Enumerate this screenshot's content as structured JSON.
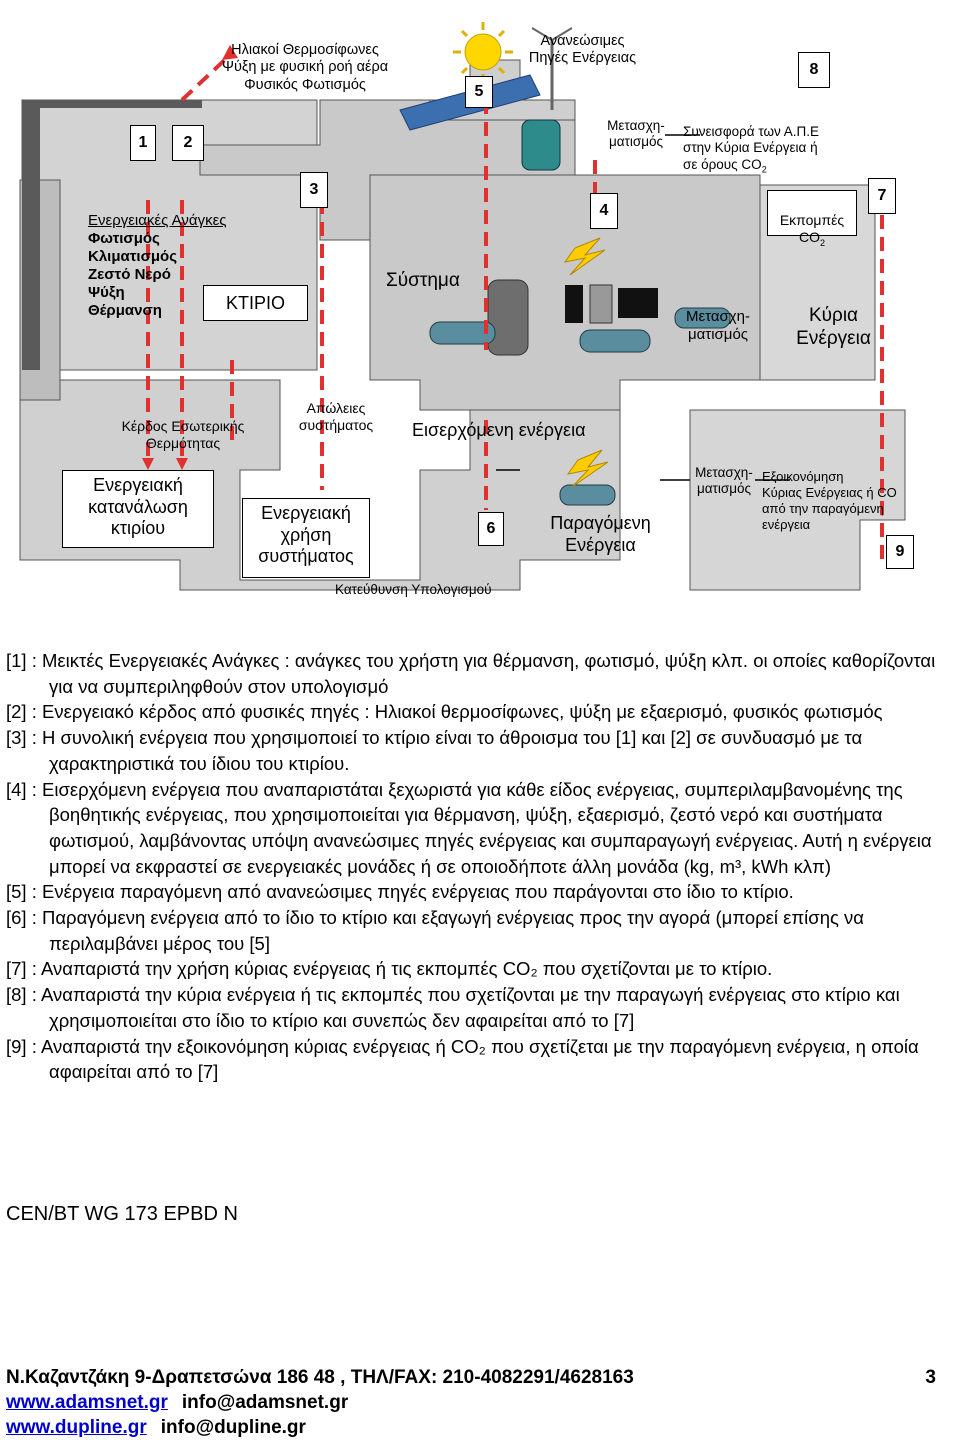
{
  "diagram": {
    "top_note": "Ηλιακοί Θερμοσίφωνες\nΨύξη με φυσική ροή αέρα\nΦυσικός Φωτισμός",
    "renewables": "Ανανεώσιμες\nΠηγές Ενέργειας",
    "num1": "1",
    "num2": "2",
    "num3": "3",
    "num4": "4",
    "num5": "5",
    "num6": "6",
    "num7": "7",
    "num8": "8",
    "num9": "9",
    "transform_top": "Μετασχη-\nματισμός",
    "contribution": "Συνεισφορά των Α.Π.Ε\nστην Κύρια Ενέργεια ή\nσε όρους CO",
    "co2_sub": "2",
    "needs_title": "Ενεργειακές Ανάγκες",
    "needs_items": "Φωτισμός\nΚλιματισμός\nΖεστό Νερό\nΨύξη\nΘέρμανση",
    "building": "ΚΤΙΡΙΟ",
    "system": "Σύστημα",
    "transform_mid": "Μετασχη-\nματισμός",
    "emissions": "Εκπομπές\nCO",
    "primary_energy": "Κύρια\nΕνέργεια",
    "internal_gain": "Κέρδος Εσωτερικής\nΘερμότητας",
    "building_consumption": "Ενεργειακή\nκατανάλωση\nκτιρίου",
    "system_losses": "Απώλειες\nσυστήματος",
    "system_use": "Ενεργειακή\nχρήση\nσυστήματος",
    "incoming_energy": "Εισερχόμενη ενέργεια",
    "produced_energy": "Παραγόμενη\nΕνέργεια",
    "transform_bottom": "Μετασχη-\nματισμός",
    "savings": "Εξοικονόμηση\nΚύριας Ενέργειας ή CO\nαπό την παραγόμενη\nενέργεια",
    "direction": "Κατεύθυνση Υπολογισμού",
    "colors": {
      "duct": "#c9c9c9",
      "duct_dark": "#7a7a7a",
      "arrow_red": "#e03030",
      "sun": "#ffd700",
      "pipe": "#2e8b8b"
    }
  },
  "notes": [
    "[1] : Μεικτές Ενεργειακές Ανάγκες : ανάγκες του χρήστη για θέρμανση, φωτισμό, ψύξη κλπ. οι οποίες καθορίζονται για να συμπεριληφθούν στον υπολογισμό",
    "[2] : Ενεργειακό κέρδος από φυσικές πηγές : Ηλιακοί θερμοσίφωνες, ψύξη με εξαερισμό, φυσικός φωτισμός",
    "[3] : Η συνολική ενέργεια που χρησιμοποιεί το κτίριο είναι το άθροισμα του [1] και [2] σε συνδυασμό με τα χαρακτηριστικά του ίδιου του κτιρίου.",
    "[4] : Εισερχόμενη ενέργεια που αναπαριστάται ξεχωριστά για κάθε είδος ενέργειας, συμπεριλαμβανομένης της βοηθητικής ενέργειας, που χρησιμοποιείται για θέρμανση, ψύξη, εξαερισμό, ζεστό νερό και συστήματα φωτισμού, λαμβάνοντας υπόψη ανανεώσιμες πηγές ενέργειας και συμπαραγωγή ενέργειας. Αυτή η ενέργεια μπορεί να εκφραστεί σε ενεργειακές μονάδες ή σε οποιοδήποτε άλλη μονάδα (kg, m³, kWh κλπ)",
    "[5] : Ενέργεια παραγόμενη από ανανεώσιμες πηγές ενέργειας που παράγονται στο ίδιο το κτίριο.",
    "[6] : Παραγόμενη ενέργεια από το ίδιο το κτίριο και εξαγωγή ενέργειας προς την αγορά (μπορεί επίσης να περιλαμβάνει μέρος του [5]",
    "[7] : Αναπαριστά την χρήση κύριας ενέργειας ή τις εκπομπές CO₂ που σχετίζονται με το κτίριο.",
    "[8] : Αναπαριστά την κύρια ενέργεια ή τις εκπομπές που σχετίζονται με την παραγωγή ενέργειας στο κτίριο και χρησιμοποιείται στο ίδιο το κτίριο και συνεπώς δεν αφαιρείται από το [7]",
    "[9] : Αναπαριστά την εξοικονόμηση κύριας ενέργειας ή CO₂ που σχετίζεται με την παραγόμενη ενέργεια, η οποία αφαιρείται από το [7]"
  ],
  "source": "CEN/BT WG 173 EPBD N",
  "footer": {
    "address": "Ν.Καζαντζάκη 9-Δραπετσώνα 186 48 , ΤΗΛ/FAX: 210-4082291/4628163",
    "page": "3",
    "site1": "www.adamsnet.gr",
    "mail1": "info@adamsnet.gr",
    "site2": "www.dupline.gr",
    "mail2": "info@dupline.gr"
  }
}
